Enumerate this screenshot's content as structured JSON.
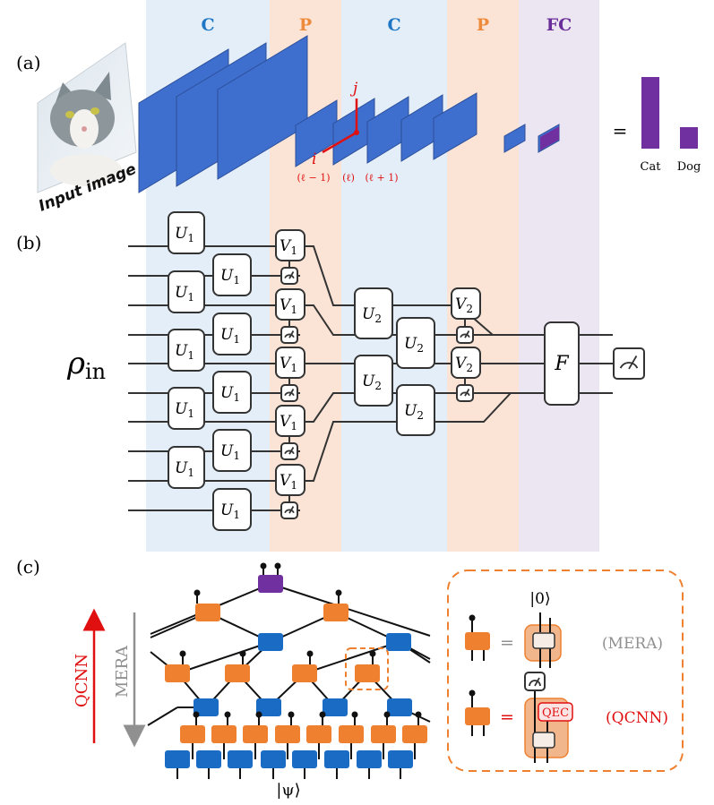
{
  "colors": {
    "conv_band": "#e3eef8",
    "pool_band": "#fbe4d6",
    "fc_band": "#ece6f2",
    "conv_text": "#1f77c4",
    "pool_text": "#ee8a3c",
    "fc_text": "#6a2e9a",
    "layer_fill": "#3f6fce",
    "layer_stroke": "#2c4f9a",
    "purple": "#7030a0",
    "red": "#e01010",
    "orange": "#ee8030",
    "blue": "#1a6bc4",
    "gray": "#909090"
  },
  "panel_labels": [
    "(a)",
    "(b)",
    "(c)"
  ],
  "bands": {
    "conv1": "C",
    "pool1": "P",
    "conv2": "C",
    "pool2": "P",
    "fc": "FC"
  },
  "cnn": {
    "input_caption": "Input image",
    "axis_i": "i",
    "axis_j": "j",
    "index_prev": "(ℓ − 1)",
    "index_curr": "(ℓ)",
    "index_next": "(ℓ + 1)",
    "equals": "=",
    "output_classes": [
      "Cat",
      "Dog"
    ],
    "output_values": [
      1.0,
      0.3
    ]
  },
  "circuit": {
    "input_label_main": "ρ",
    "input_label_sub": "in",
    "u1_main": "U",
    "u1_sub": "1",
    "v1_main": "V",
    "v1_sub": "1",
    "u2_main": "U",
    "u2_sub": "2",
    "v2_main": "V",
    "v2_sub": "2",
    "fc_gate": "F"
  },
  "tensor_network": {
    "arrow_up_label": "QCNN",
    "arrow_down_label": "MERA",
    "bottom_state": "|ψ⟩",
    "legend_ket": "|0⟩",
    "legend_equals": "=",
    "legend_mera": "(MERA)",
    "legend_qec": "QEC",
    "legend_qcnn": "(QCNN)"
  }
}
